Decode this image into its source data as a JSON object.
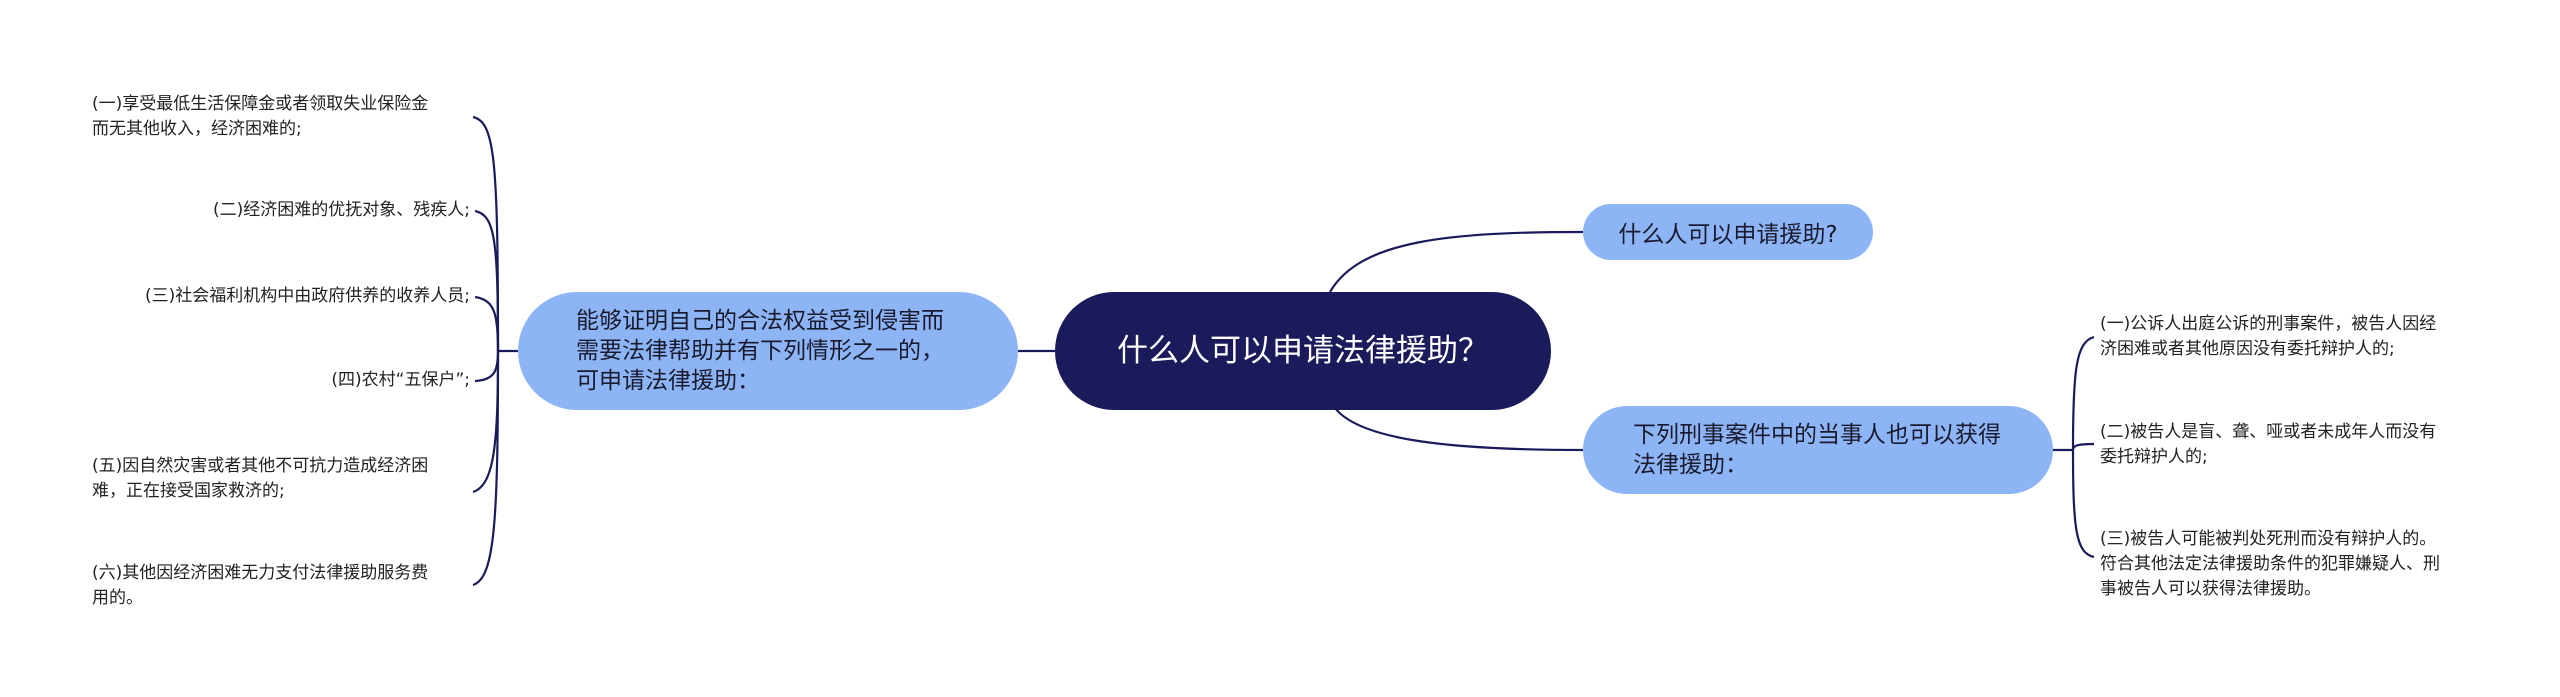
{
  "root": {
    "text": "什么人可以申请法律援助？"
  },
  "left_branch": {
    "text": "能够证明自己的合法权益受到侵害而需要法律帮助并有下列情形之一的，可申请法律援助：",
    "leaves": [
      {
        "lines": [
          "(一)享受最低生活保障金或者领取失业保险金",
          "而无其他收入，经济困难的;"
        ]
      },
      {
        "lines": [
          "(二)经济困难的优抚对象、残疾人;"
        ]
      },
      {
        "lines": [
          "(三)社会福利机构中由政府供养的收养人员;"
        ]
      },
      {
        "lines": [
          "(四)农村“五保户”;"
        ]
      },
      {
        "lines": [
          "(五)因自然灾害或者其他不可抗力造成经济困",
          "难，正在接受国家救济的;"
        ]
      },
      {
        "lines": [
          "(六)其他因经济困难无力支付法律援助服务费",
          "用的。"
        ]
      }
    ]
  },
  "right_top_branch": {
    "text": "什么人可以申请援助?"
  },
  "right_bottom_branch": {
    "text": "下列刑事案件中的当事人也可以获得法律援助：",
    "leaves": [
      {
        "lines": [
          "(一)公诉人出庭公诉的刑事案件，被告人因经",
          "济困难或者其他原因没有委托辩护人的;"
        ]
      },
      {
        "lines": [
          "(二)被告人是盲、聋、哑或者未成年人而没有",
          "委托辩护人的;"
        ]
      },
      {
        "lines": [
          "(三)被告人可能被判处死刑而没有辩护人的。",
          "符合其他法定法律援助条件的犯罪嫌疑人、刑",
          "事被告人可以获得法律援助。"
        ]
      }
    ]
  },
  "colors": {
    "root": "#1b1b5c",
    "branch": "#8db5f6",
    "edge": "#1b1b5c"
  }
}
